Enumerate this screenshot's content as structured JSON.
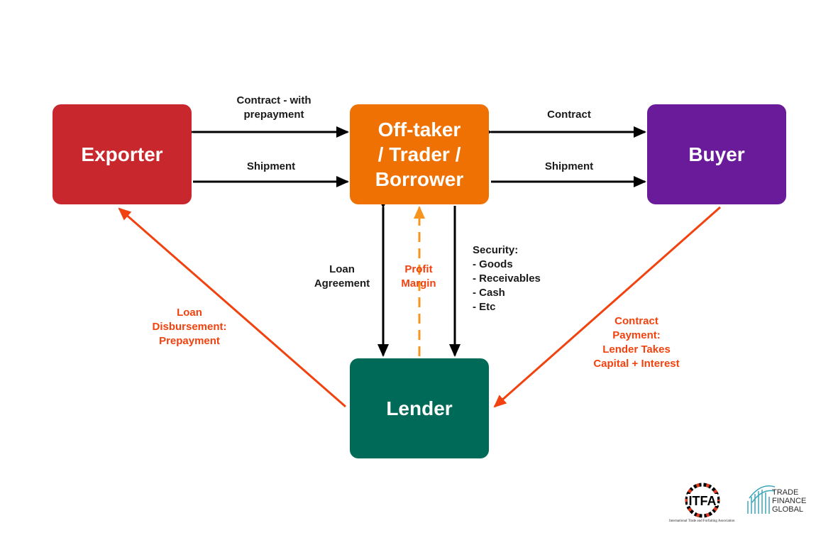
{
  "nodes": {
    "exporter": {
      "label": "Exporter",
      "color": "#c8272d"
    },
    "offtaker": {
      "label": "Off-taker\n/ Trader /\nBorrower",
      "color": "#ef7104"
    },
    "buyer": {
      "label": "Buyer",
      "color": "#6a1b9a"
    },
    "lender": {
      "label": "Lender",
      "color": "#006a58"
    }
  },
  "edges": {
    "contract_prepayment": "Contract - with\nprepayment",
    "shipment_left": "Shipment",
    "contract_right": "Contract",
    "shipment_right": "Shipment",
    "loan_agreement": "Loan\nAgreement",
    "profit_margin": "Profit\nMargin",
    "security": "Security:\n-  Goods\n-  Receivables\n-  Cash\n-  Etc",
    "loan_disbursement": "Loan\nDisbursement:\nPrepayment",
    "contract_payment": "Contract\nPayment:\nLender Takes\nCapital + Interest"
  },
  "colors": {
    "arrow_black": "#000000",
    "arrow_red": "#f1420f",
    "arrow_orange_dashed": "#f7941d"
  },
  "logos": {
    "itfa": {
      "text": "ITFA",
      "caption": "International Trade and Forfaiting Association"
    },
    "tfg": {
      "text": "TRADE\nFINANCE\nGLOBAL"
    }
  }
}
